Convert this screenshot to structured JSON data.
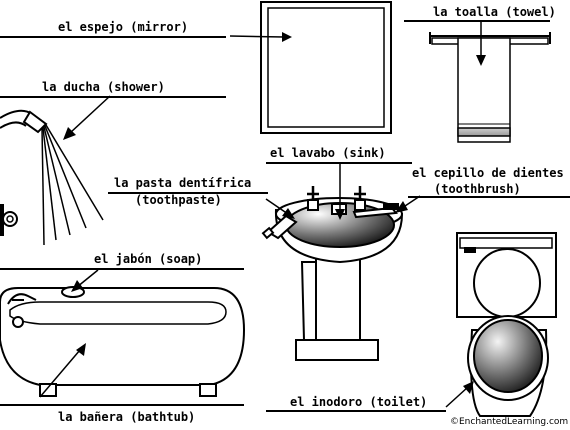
{
  "labels": {
    "mirror": "el espejo (mirror)",
    "towel": "la toalla (towel)",
    "shower": "la ducha (shower)",
    "sink": "el lavabo (sink)",
    "toothpaste_line1": "la pasta dentífrica",
    "toothpaste_line2": "(toothpaste)",
    "toothbrush_line1": "el cepillo de dientes",
    "toothbrush_line2": "(toothbrush)",
    "soap": "el jabón (soap)",
    "bathtub": "la bañera (bathtub)",
    "toilet": "el inodoro (toilet)"
  },
  "credit": "©EnchantedLearning.com"
}
